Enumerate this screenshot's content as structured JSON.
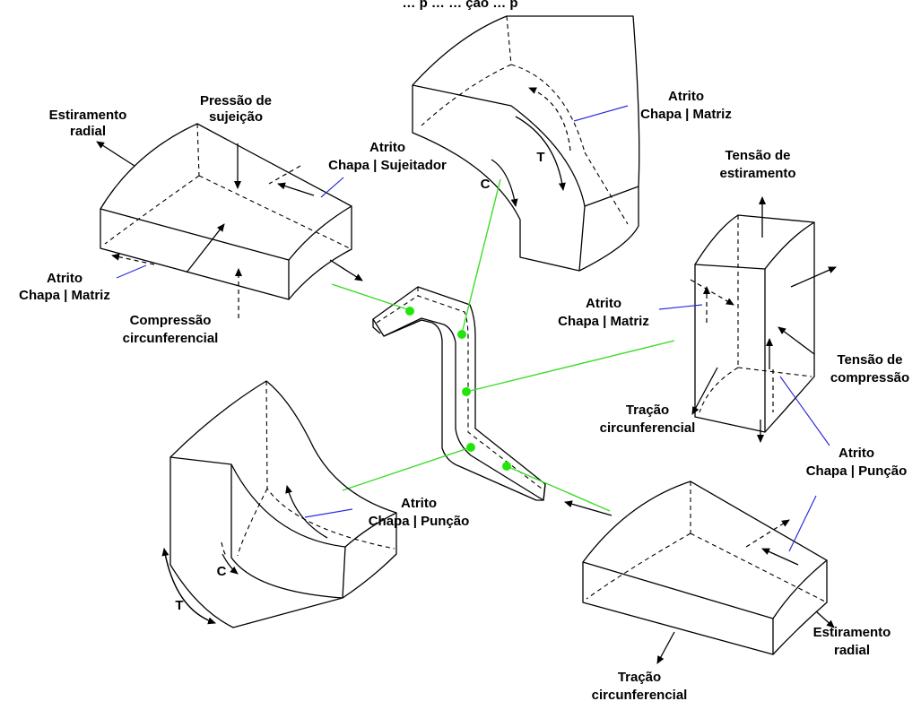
{
  "title": "… p … … ção … p",
  "labels": {
    "tl_stretch_1": "Estiramento",
    "tl_stretch_2": "radial",
    "tl_pressure_1": "Pressão de",
    "tl_pressure_2": "sujeição",
    "tl_fric_1": "Atrito",
    "tl_fric_2": "Chapa | Sujeitador",
    "tl_fricm_1": "Atrito",
    "tl_fricm_2": "Chapa | Matriz",
    "tl_comp_1": "Compressão",
    "tl_comp_2": "circunferencial",
    "tc_fric_1": "Atrito",
    "tc_fric_2": "Chapa | Matriz",
    "tc_T": "T",
    "tc_C": "C",
    "r_tens_1": "Tensão de",
    "r_tens_2": "estiramento",
    "r_fric_1": "Atrito",
    "r_fric_2": "Chapa | Matriz",
    "r_comp_1": "Tensão de",
    "r_comp_2": "compressão",
    "r_trac_1": "Tração",
    "r_trac_2": "circunferencial",
    "r_punch_1": "Atrito",
    "r_punch_2": "Chapa | Punção",
    "bl_fric_1": "Atrito",
    "bl_fric_2": "Chapa | Punção",
    "bl_C": "C",
    "bl_T": "T",
    "br_stretch_1": "Estiramento",
    "br_stretch_2": "radial",
    "br_trac_1": "Tração",
    "br_trac_2": "circunferencial"
  }
}
